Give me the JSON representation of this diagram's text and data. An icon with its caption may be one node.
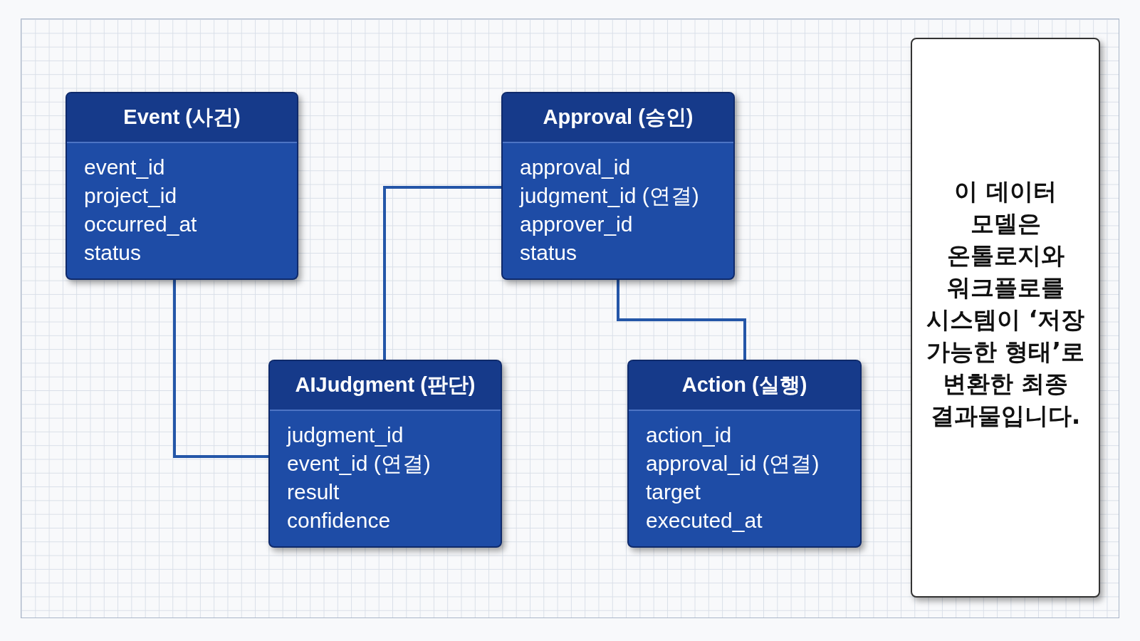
{
  "diagram": {
    "nodes": [
      {
        "text": [
          "Event (사건)",
          "event_id",
          "project_id",
          "occurred_at",
          "status"
        ]
      },
      {
        "text": [
          "Approval (승인)",
          "approval_id",
          "judgment_id (연결)",
          "approver_id",
          "status"
        ]
      },
      {
        "text": [
          "AIJudgment (판단)",
          "judgment_id",
          "event_id (연결)",
          "result",
          "confidence"
        ]
      },
      {
        "text": [
          "Action (실행)",
          "action_id",
          "approval_id (연결)",
          "target",
          "executed_at"
        ]
      },
      {
        "text": [
          "이 데이터 모델은 온톨로지와 워크플로를 시스템이 ‘저장 가능한 형태’로 변환한 최종 결과물입니다."
        ]
      }
    ],
    "edges": [
      {
        "from": 0,
        "to": 2,
        "arrow": "none"
      },
      {
        "from": 2,
        "to": 1,
        "arrow": "none"
      },
      {
        "from": 1,
        "to": 3,
        "arrow": "none"
      }
    ]
  }
}
